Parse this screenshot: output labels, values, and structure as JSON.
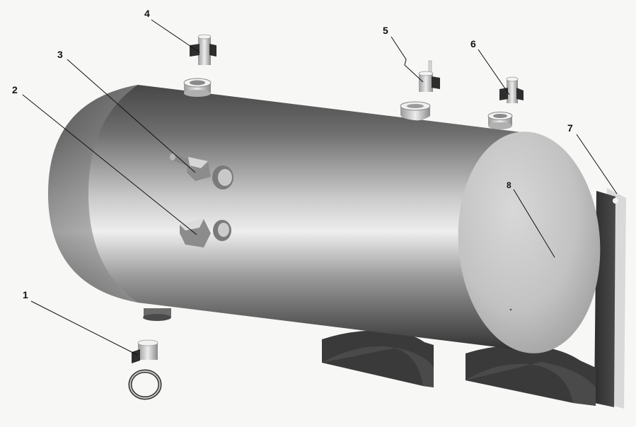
{
  "diagram": {
    "callouts": [
      {
        "id": "1",
        "label": "1"
      },
      {
        "id": "2",
        "label": "2"
      },
      {
        "id": "3",
        "label": "3"
      },
      {
        "id": "4",
        "label": "4"
      },
      {
        "id": "5",
        "label": "5"
      },
      {
        "id": "6",
        "label": "6"
      },
      {
        "id": "7",
        "label": "7"
      },
      {
        "id": "8",
        "label": "8"
      }
    ],
    "colors": {
      "background": "#f7f7f5",
      "tank_dark": "#3d3d3d",
      "tank_light": "#e9e9e9",
      "end_cap": "#cfcfcf",
      "bracket": "#3a3a3a",
      "line": "#111111"
    }
  }
}
